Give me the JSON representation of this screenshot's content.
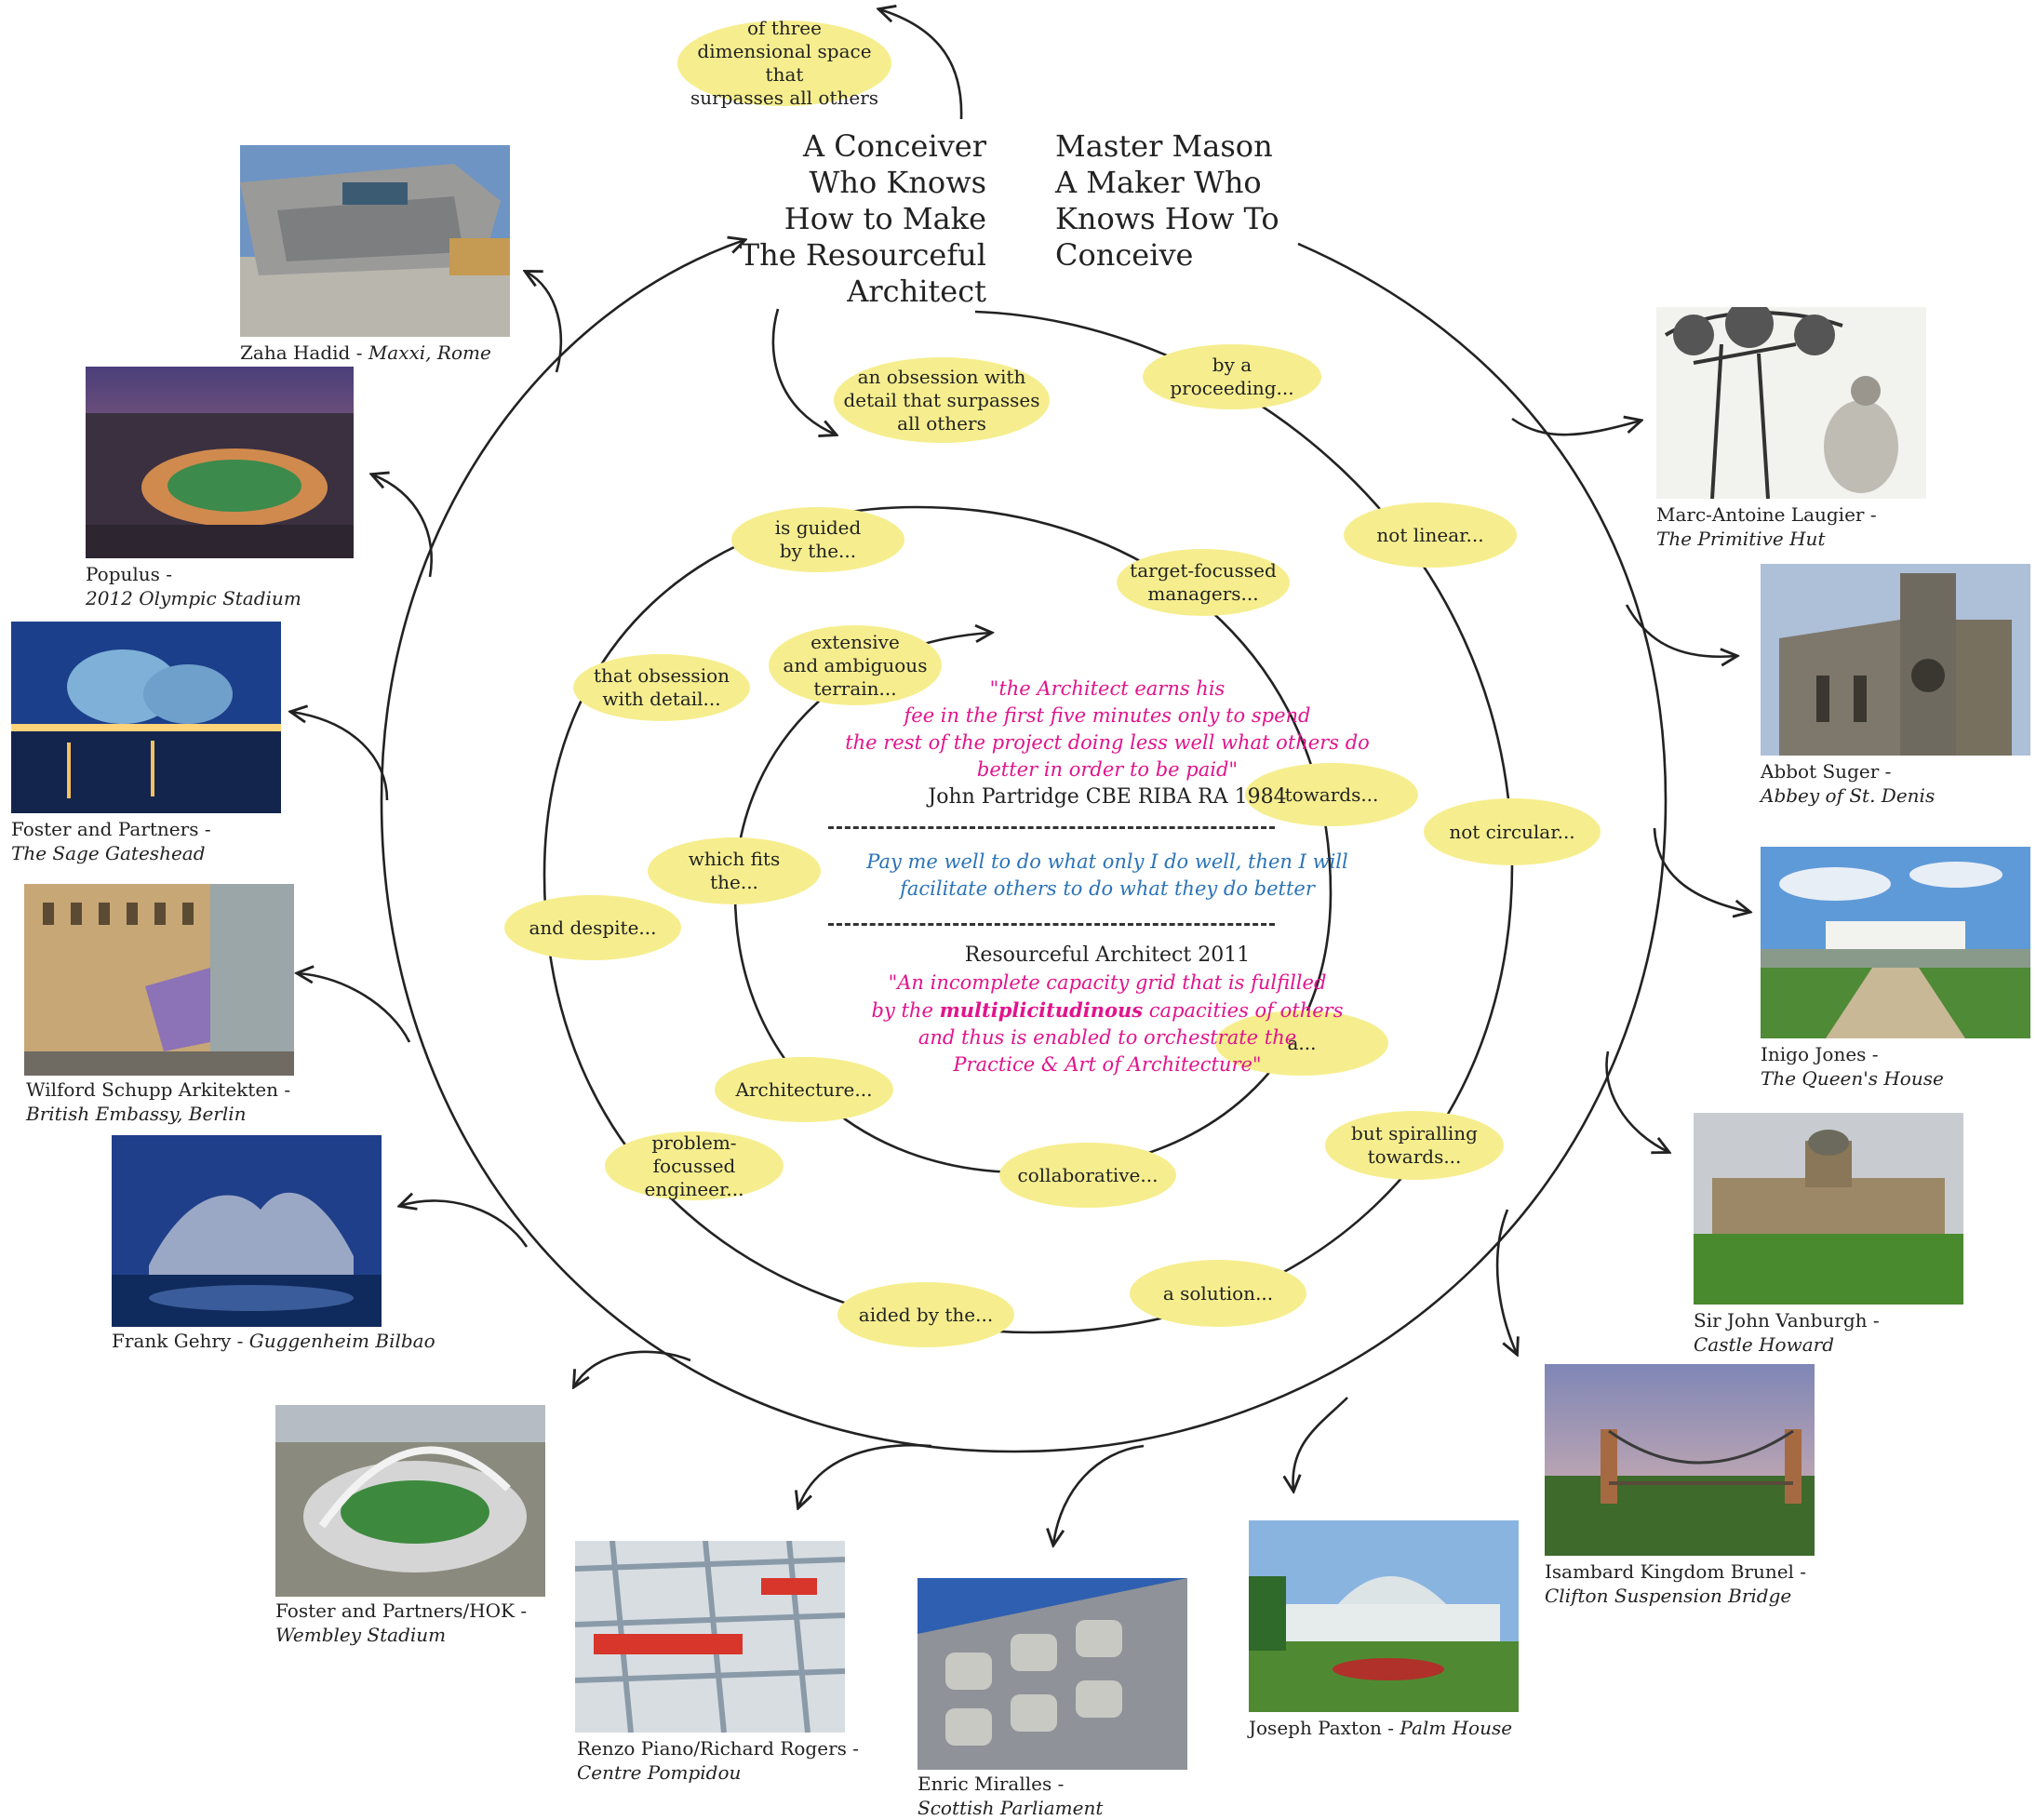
{
  "titles": {
    "left": "A Conceiver\nWho Knows\nHow to Make\nThe Resourceful\nArchitect",
    "right": "Master Mason\nA Maker Who\nKnows How To\nConceive"
  },
  "bubbles": [
    {
      "id": "three-dimensional-space",
      "text": "of three\ndimensional space that\nsurpasses all others"
    },
    {
      "id": "obsession-detail",
      "text": "an obsession with\ndetail that surpasses\nall others"
    },
    {
      "id": "by-a-proceeding",
      "text": "by a proceeding..."
    },
    {
      "id": "not-linear",
      "text": "not linear..."
    },
    {
      "id": "is-guided",
      "text": "is guided\nby the..."
    },
    {
      "id": "target-focussed",
      "text": "target-focussed\nmanagers..."
    },
    {
      "id": "extensive-terrain",
      "text": "extensive\nand ambiguous\nterrain..."
    },
    {
      "id": "that-obsession",
      "text": "that obsession\nwith detail..."
    },
    {
      "id": "towards",
      "text": "towards..."
    },
    {
      "id": "not-circular",
      "text": "not circular..."
    },
    {
      "id": "which-fits",
      "text": "which fits\nthe..."
    },
    {
      "id": "and-despite",
      "text": "and despite..."
    },
    {
      "id": "a",
      "text": "a..."
    },
    {
      "id": "architecture",
      "text": "Architecture..."
    },
    {
      "id": "but-spiralling",
      "text": "but spiralling\ntowards..."
    },
    {
      "id": "problem-focussed",
      "text": "problem-focussed\nengineer..."
    },
    {
      "id": "collaborative",
      "text": "collaborative..."
    },
    {
      "id": "a-solution",
      "text": "a solution..."
    },
    {
      "id": "aided-by",
      "text": "aided by the..."
    }
  ],
  "quotes": {
    "partridge_quote": "\"the Architect earns his\nfee in the first five minutes only to spend\nthe rest of the project doing less well what others do\nbetter in order to be paid\"",
    "partridge_attrib": "John Partridge CBE RIBA RA 1984",
    "pay_me": "Pay me well to do what only I do well, then I will\nfacilitate others to do what they do better",
    "resourceful_attrib": "Resourceful Architect 2011",
    "ra_line1": "\"An incomplete capacity grid that is fulfilled",
    "ra_line2_pre": "by the ",
    "ra_line2_bold": "multiplicitudinous",
    "ra_line2_post": " capacities of others",
    "ra_line3": "and thus is enabled to orchestrate the\nPractice & Art of Architecture\""
  },
  "buildings": [
    {
      "id": "maxxi",
      "architect": "Zaha Hadid - ",
      "work": "Maxxi, Rome"
    },
    {
      "id": "olympic",
      "architect": "Populus - ",
      "work": "2012 Olympic Stadium"
    },
    {
      "id": "sage",
      "architect": "Foster and Partners - ",
      "work": "The Sage Gateshead"
    },
    {
      "id": "embassy",
      "architect": "Wilford Schupp Arkitekten - ",
      "work": "British Embassy, Berlin"
    },
    {
      "id": "guggenheim",
      "architect": "Frank Gehry - ",
      "work": "Guggenheim Bilbao"
    },
    {
      "id": "wembley",
      "architect": "Foster and Partners/HOK - ",
      "work": "Wembley Stadium"
    },
    {
      "id": "pompidou",
      "architect": "Renzo Piano/Richard Rogers - ",
      "work": "Centre Pompidou"
    },
    {
      "id": "parliament",
      "architect": "Enric Miralles - ",
      "work": "Scottish Parliament"
    },
    {
      "id": "palmhouse",
      "architect": "Joseph Paxton - ",
      "work": "Palm House"
    },
    {
      "id": "clifton",
      "architect": "Isambard Kingdom Brunel - ",
      "work": "Clifton Suspension Bridge"
    },
    {
      "id": "castlehoward",
      "architect": "Sir John Vanburgh - ",
      "work": "Castle Howard"
    },
    {
      "id": "queenshouse",
      "architect": "Inigo Jones - ",
      "work": "The Queen's House"
    },
    {
      "id": "stdenis",
      "architect": "Abbot Suger - ",
      "work": "Abbey of St. Denis"
    },
    {
      "id": "primitivehut",
      "architect": "Marc-Antoine Laugier - ",
      "work": "The Primitive Hut"
    }
  ],
  "colors": {
    "bubble": "#f6ee8e",
    "quote_pink": "#e0148c",
    "quote_blue": "#2a73b8",
    "line": "#222222"
  }
}
